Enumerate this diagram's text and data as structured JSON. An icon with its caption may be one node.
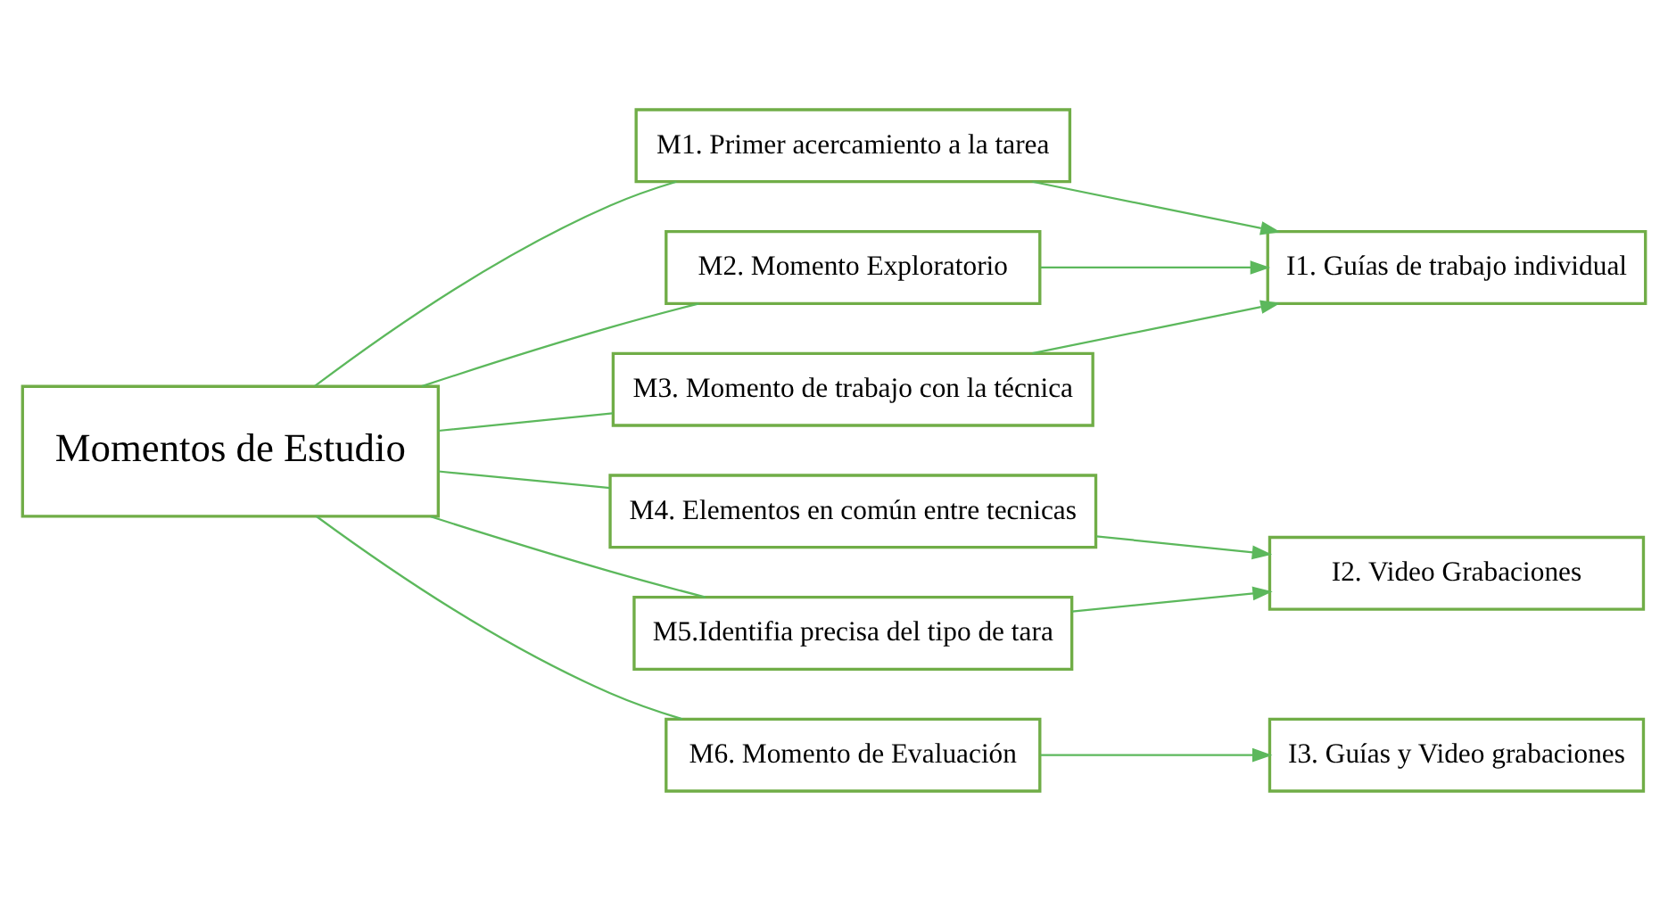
{
  "diagram": {
    "nodes": [
      {
        "text": [
          "Momentos de Estudio"
        ]
      },
      {
        "text": [
          "M1. Primer acercamiento a la tarea"
        ]
      },
      {
        "text": [
          "M2. Momento Exploratorio"
        ]
      },
      {
        "text": [
          "M3. Momento de trabajo con la técnica"
        ]
      },
      {
        "text": [
          "M4. Elementos en común entre tecnicas"
        ]
      },
      {
        "text": [
          "M5.Identifia precisa del tipo de tara"
        ]
      },
      {
        "text": [
          "M6. Momento de Evaluación"
        ]
      },
      {
        "text": [
          "I1. Guías de trabajo individual"
        ]
      },
      {
        "text": [
          "I2. Video Grabaciones"
        ]
      },
      {
        "text": [
          "I3. Guías y Video grabaciones"
        ]
      }
    ],
    "edges": [
      {
        "from": 0,
        "to": 1,
        "arrow": "none"
      },
      {
        "from": 0,
        "to": 2,
        "arrow": "none"
      },
      {
        "from": 0,
        "to": 3,
        "arrow": "none"
      },
      {
        "from": 0,
        "to": 4,
        "arrow": "none"
      },
      {
        "from": 0,
        "to": 5,
        "arrow": "none"
      },
      {
        "from": 0,
        "to": 6,
        "arrow": "none"
      },
      {
        "from": 1,
        "to": 7,
        "arrow": "to"
      },
      {
        "from": 2,
        "to": 7,
        "arrow": "to"
      },
      {
        "from": 3,
        "to": 7,
        "arrow": "to"
      },
      {
        "from": 4,
        "to": 8,
        "arrow": "to"
      },
      {
        "from": 5,
        "to": 8,
        "arrow": "to"
      },
      {
        "from": 6,
        "to": 9,
        "arrow": "to"
      }
    ]
  }
}
